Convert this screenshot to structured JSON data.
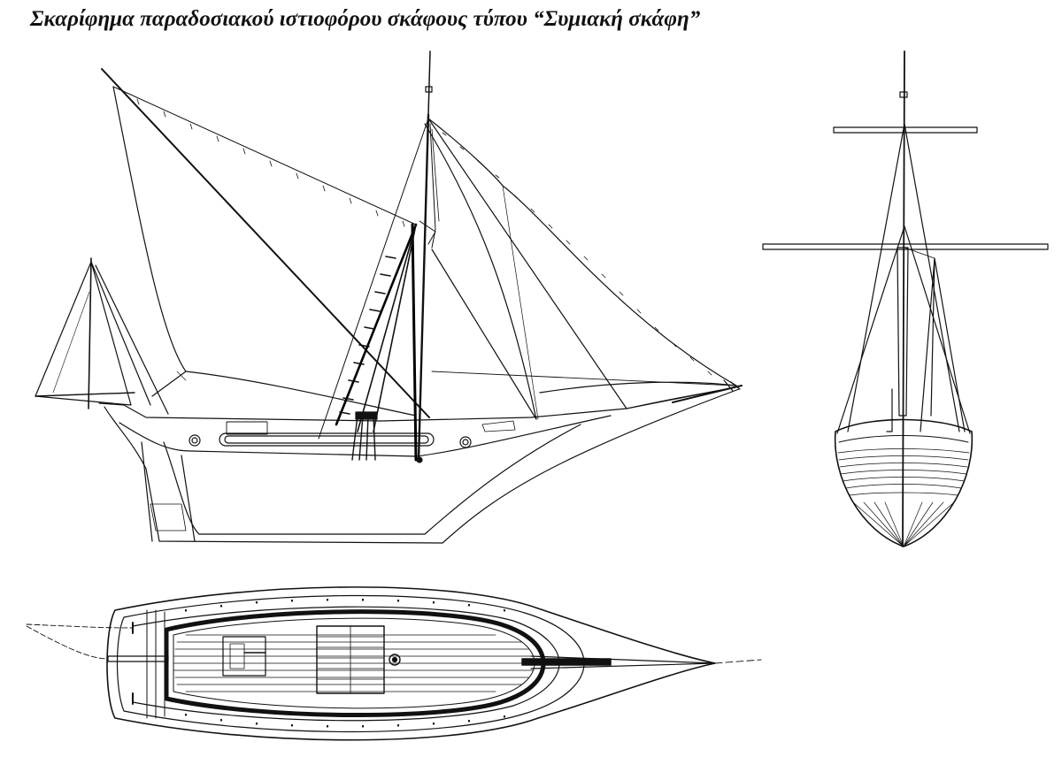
{
  "title": "Σκαρίφημα παραδοσιακού ιστιοφόρου σκάφους τύπου “Συμιακή σκάφη”",
  "views": [
    "side-profile",
    "stern-view",
    "deck-plan"
  ],
  "colors": {
    "ink": "#111111",
    "paper": "#ffffff"
  }
}
